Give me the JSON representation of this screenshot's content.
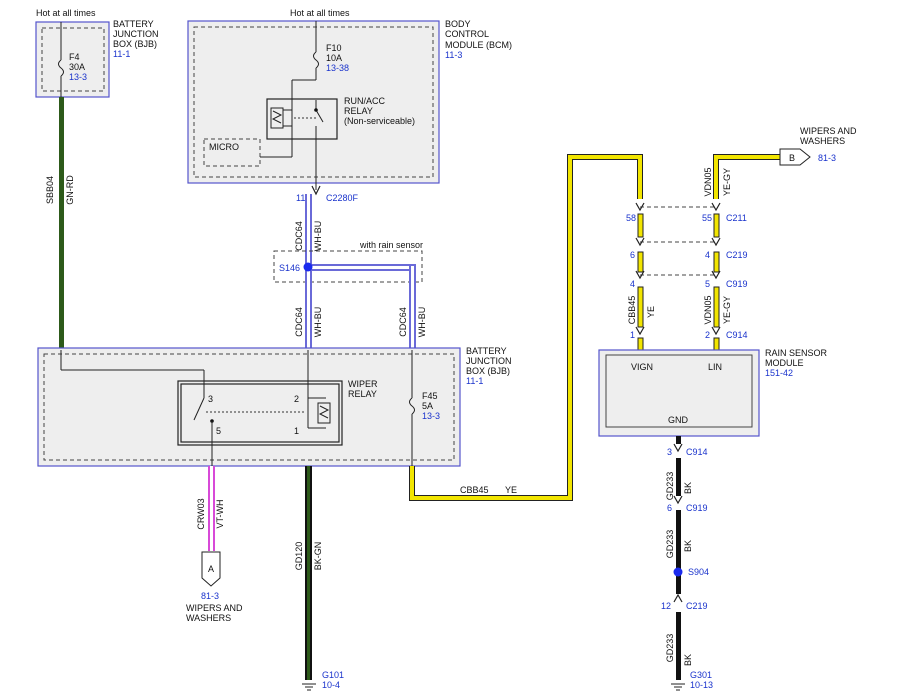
{
  "colors": {
    "wire_green": "#2d5a1a",
    "wire_yellow": "#f2e500",
    "wire_blue_white": "#6a6ad8",
    "wire_violet_white": "#d84ad8",
    "wire_black": "#111111",
    "module_fill": "#eeeeee",
    "module_border": "#5555cc",
    "reference_text": "#1a33cc",
    "splice_dot": "#1a2aee"
  },
  "top_left": {
    "hot_label": "Hot at all times",
    "module_name": [
      "BATTERY",
      "JUNCTION",
      "BOX (BJB)"
    ],
    "module_ref": "11-1",
    "fuse_name": "F4",
    "fuse_rating": "30A",
    "fuse_ref": "13-3",
    "circuit": "SBB04",
    "wire_color": "GN-RD"
  },
  "bcm": {
    "hot_label": "Hot at all times",
    "module_name": [
      "BODY",
      "CONTROL",
      "MODULE (BCM)"
    ],
    "module_ref": "11-3",
    "fuse_name": "F10",
    "fuse_rating": "10A",
    "fuse_ref": "13-38",
    "relay_name": [
      "RUN/ACC",
      "RELAY",
      "(Non-serviceable)"
    ],
    "micro_label": "MICRO",
    "pin": "11",
    "connector": "C2280F",
    "circuit_upper": "CDC64",
    "wire_color_upper": "WH-BU"
  },
  "splice_s146": {
    "box_label": "with rain sensor",
    "splice": "S146",
    "circuit_left": "CDC64",
    "wire_left": "WH-BU",
    "circuit_right": "CDC64",
    "wire_right": "WH-BU"
  },
  "bjb_main": {
    "module_name": [
      "BATTERY",
      "JUNCTION",
      "BOX (BJB)"
    ],
    "module_ref": "11-1",
    "relay_name": [
      "WIPER",
      "RELAY"
    ],
    "pins": [
      "3",
      "2",
      "5",
      "1"
    ],
    "fuse_name": "F45",
    "fuse_rating": "5A",
    "fuse_ref": "13-3"
  },
  "lower_left": {
    "circuit_violet": "CRW03",
    "wire_violet": "VT-WH",
    "connector_letter": "A",
    "connector_ref": "81-3",
    "dest_label": [
      "WIPERS AND",
      "WASHERS"
    ],
    "circuit_ground": "GD120",
    "wire_ground": "BK-GN",
    "ground_name": "G101",
    "ground_ref": "10-4"
  },
  "yellow_run": {
    "circuit": "CBB45",
    "wire": "YE"
  },
  "rain_sensor": {
    "module_name": [
      "RAIN SENSOR",
      "MODULE"
    ],
    "module_ref": "151-42",
    "pin_vign": "VIGN",
    "pin_lin": "LIN",
    "pin_gnd": "GND",
    "wipers_label": [
      "WIPERS AND",
      "WASHERS"
    ],
    "connector_letter": "B",
    "connector_ref": "81-3",
    "left_circuit": "CBB45",
    "left_wire": "YE",
    "right_circuit_top": "VDN05",
    "right_wire_top": "YE-GY",
    "right_circuit_bottom": "VDN05",
    "right_wire_bottom": "YE-GY",
    "row1": {
      "left_pin": "58",
      "right_pin": "55",
      "connector": "C211"
    },
    "row2": {
      "left_pin": "6",
      "right_pin": "4",
      "connector": "C219"
    },
    "row3": {
      "left_pin": "4",
      "right_pin": "5",
      "connector": "C919"
    },
    "row4": {
      "left_pin": "1",
      "right_pin": "2",
      "connector": "C914"
    }
  },
  "ground_chain": {
    "c914_pin": "3",
    "c914": "C914",
    "gd_1": "GD233",
    "bk_1": "BK",
    "c919_pin": "6",
    "c919": "C919",
    "gd_2": "GD233",
    "bk_2": "BK",
    "splice": "S904",
    "c219_pin": "12",
    "c219": "C219",
    "gd_3": "GD233",
    "bk_3": "BK",
    "ground_name": "G301",
    "ground_ref": "10-13"
  }
}
